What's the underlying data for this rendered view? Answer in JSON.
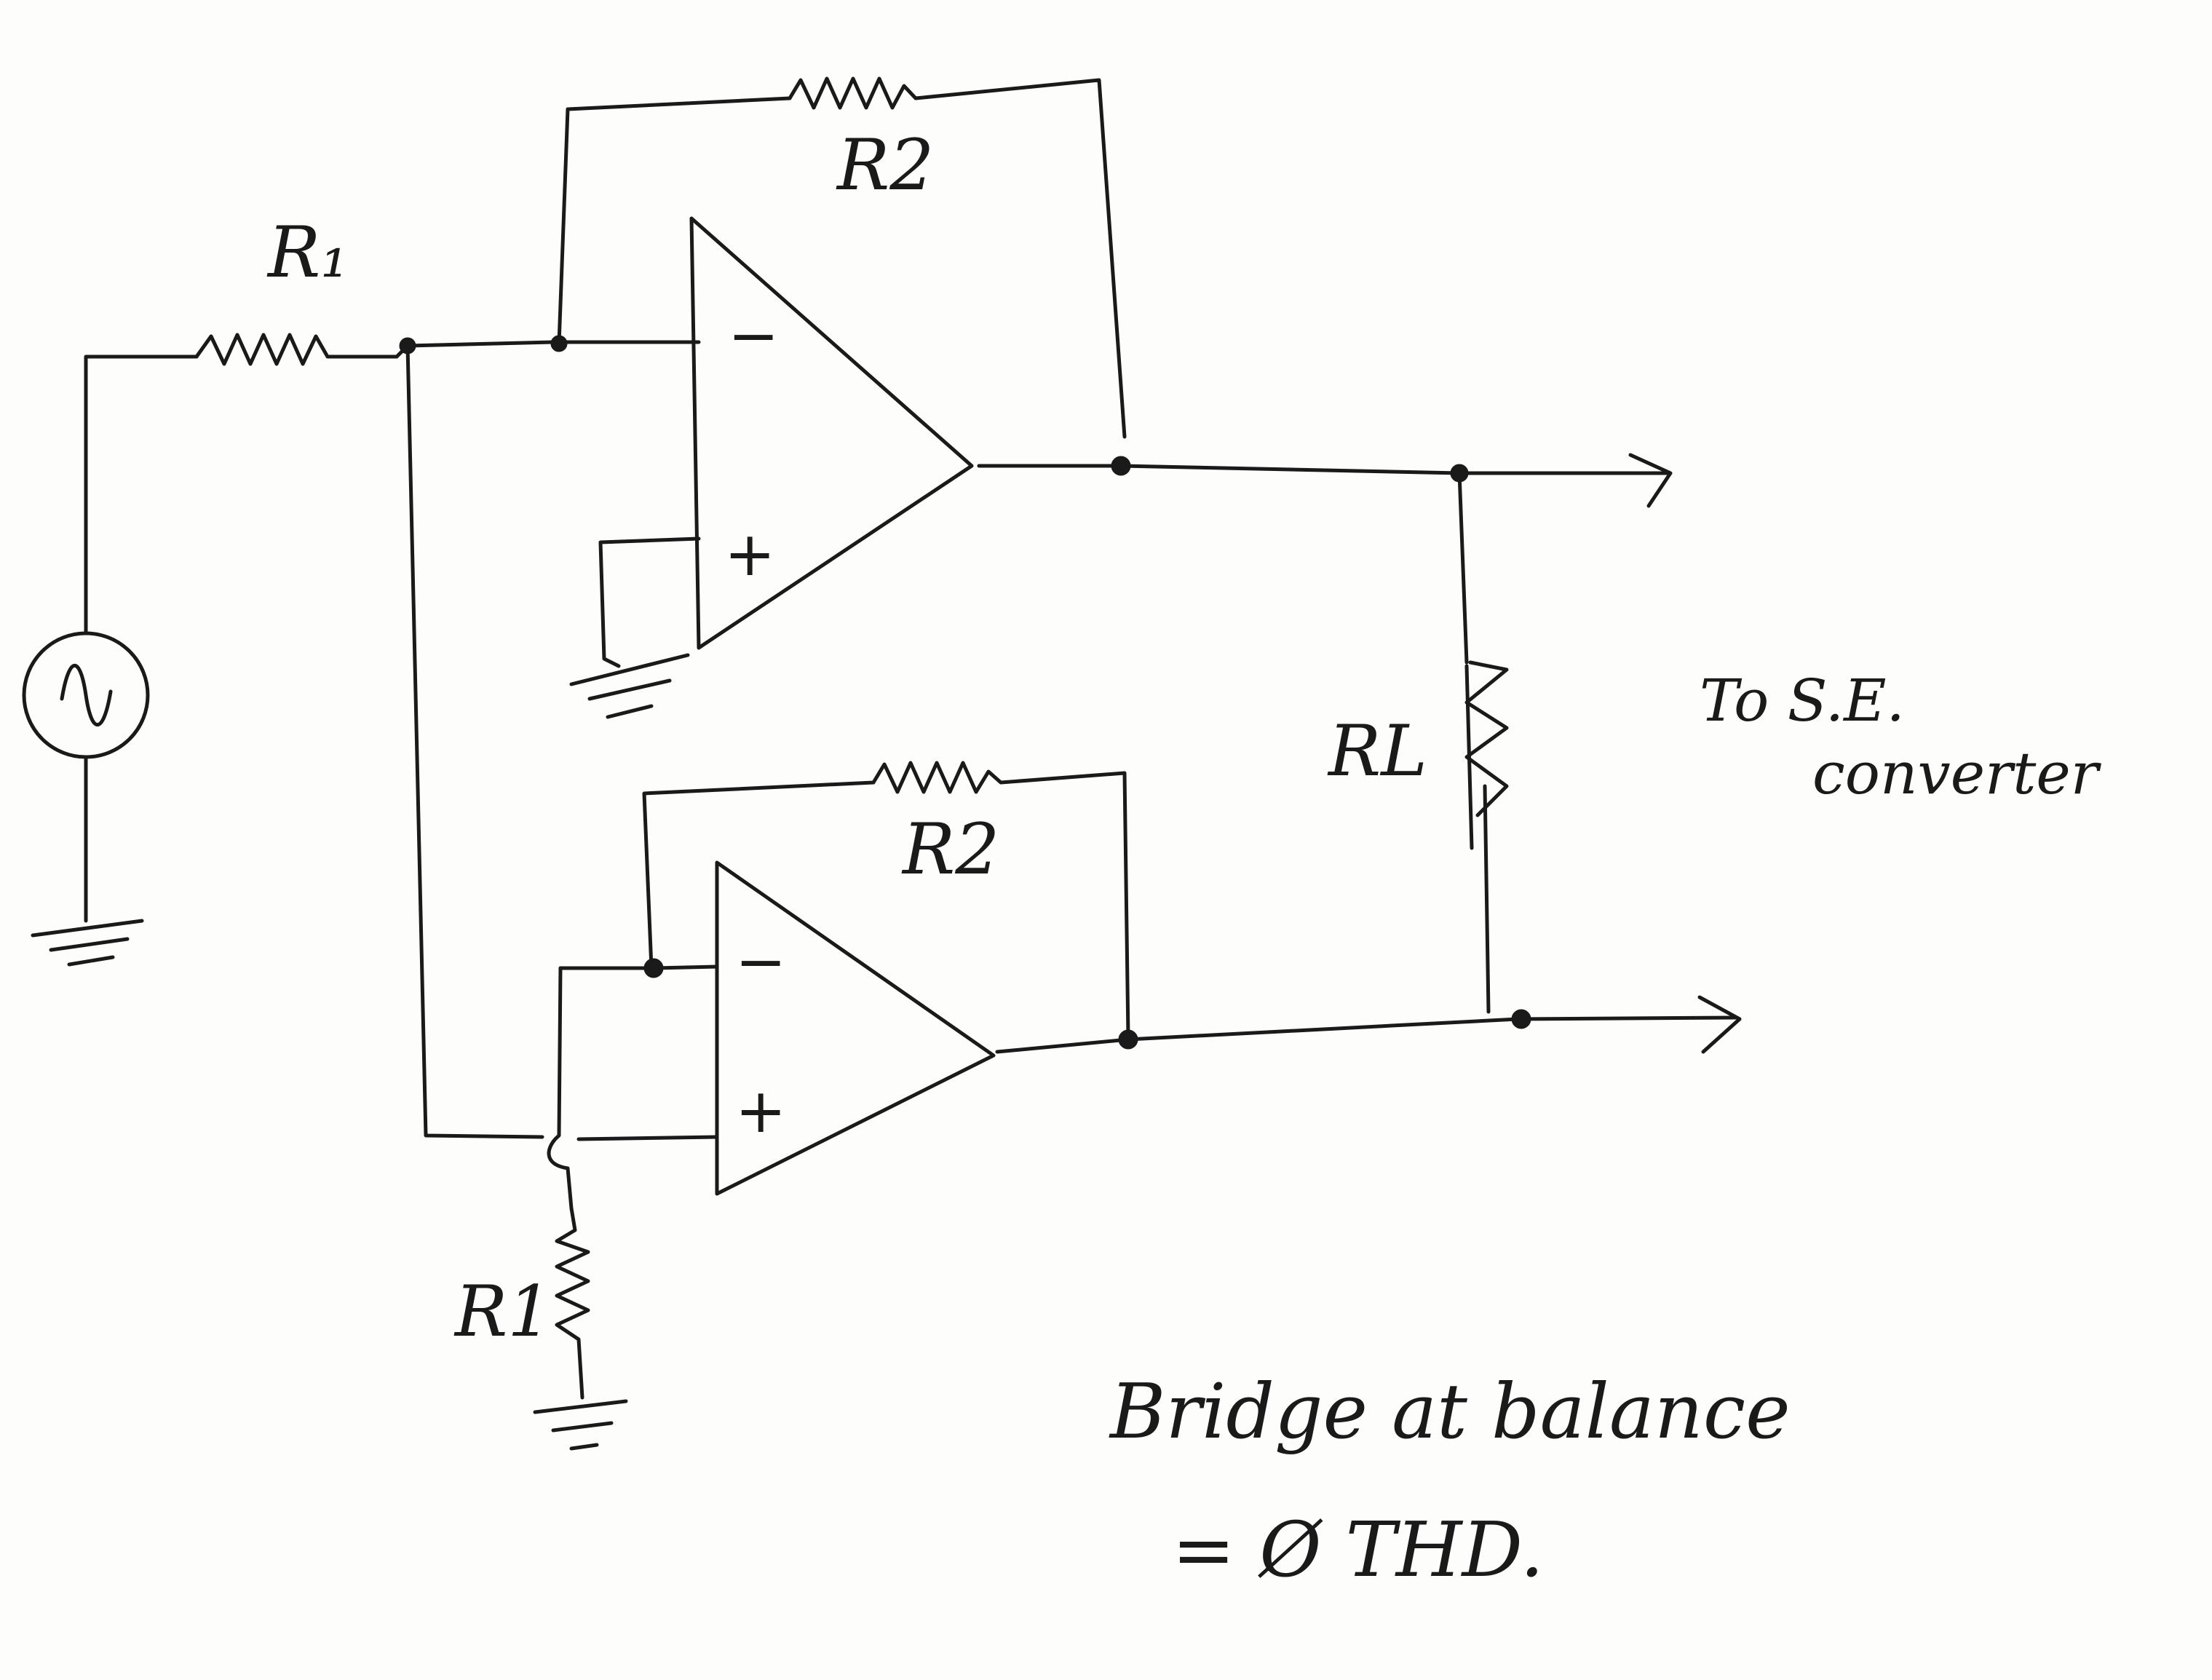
{
  "labels": {
    "r1_input": "R₁",
    "r2_top": "R2",
    "r2_bottom": "R2",
    "r1_ground": "R1",
    "rl": "RL",
    "minus": "−",
    "plus": "+"
  },
  "side_note": {
    "line1": "To S.E.",
    "line2": "converter"
  },
  "caption": {
    "line1": "Bridge at balance",
    "line2": "= Ø THD."
  }
}
